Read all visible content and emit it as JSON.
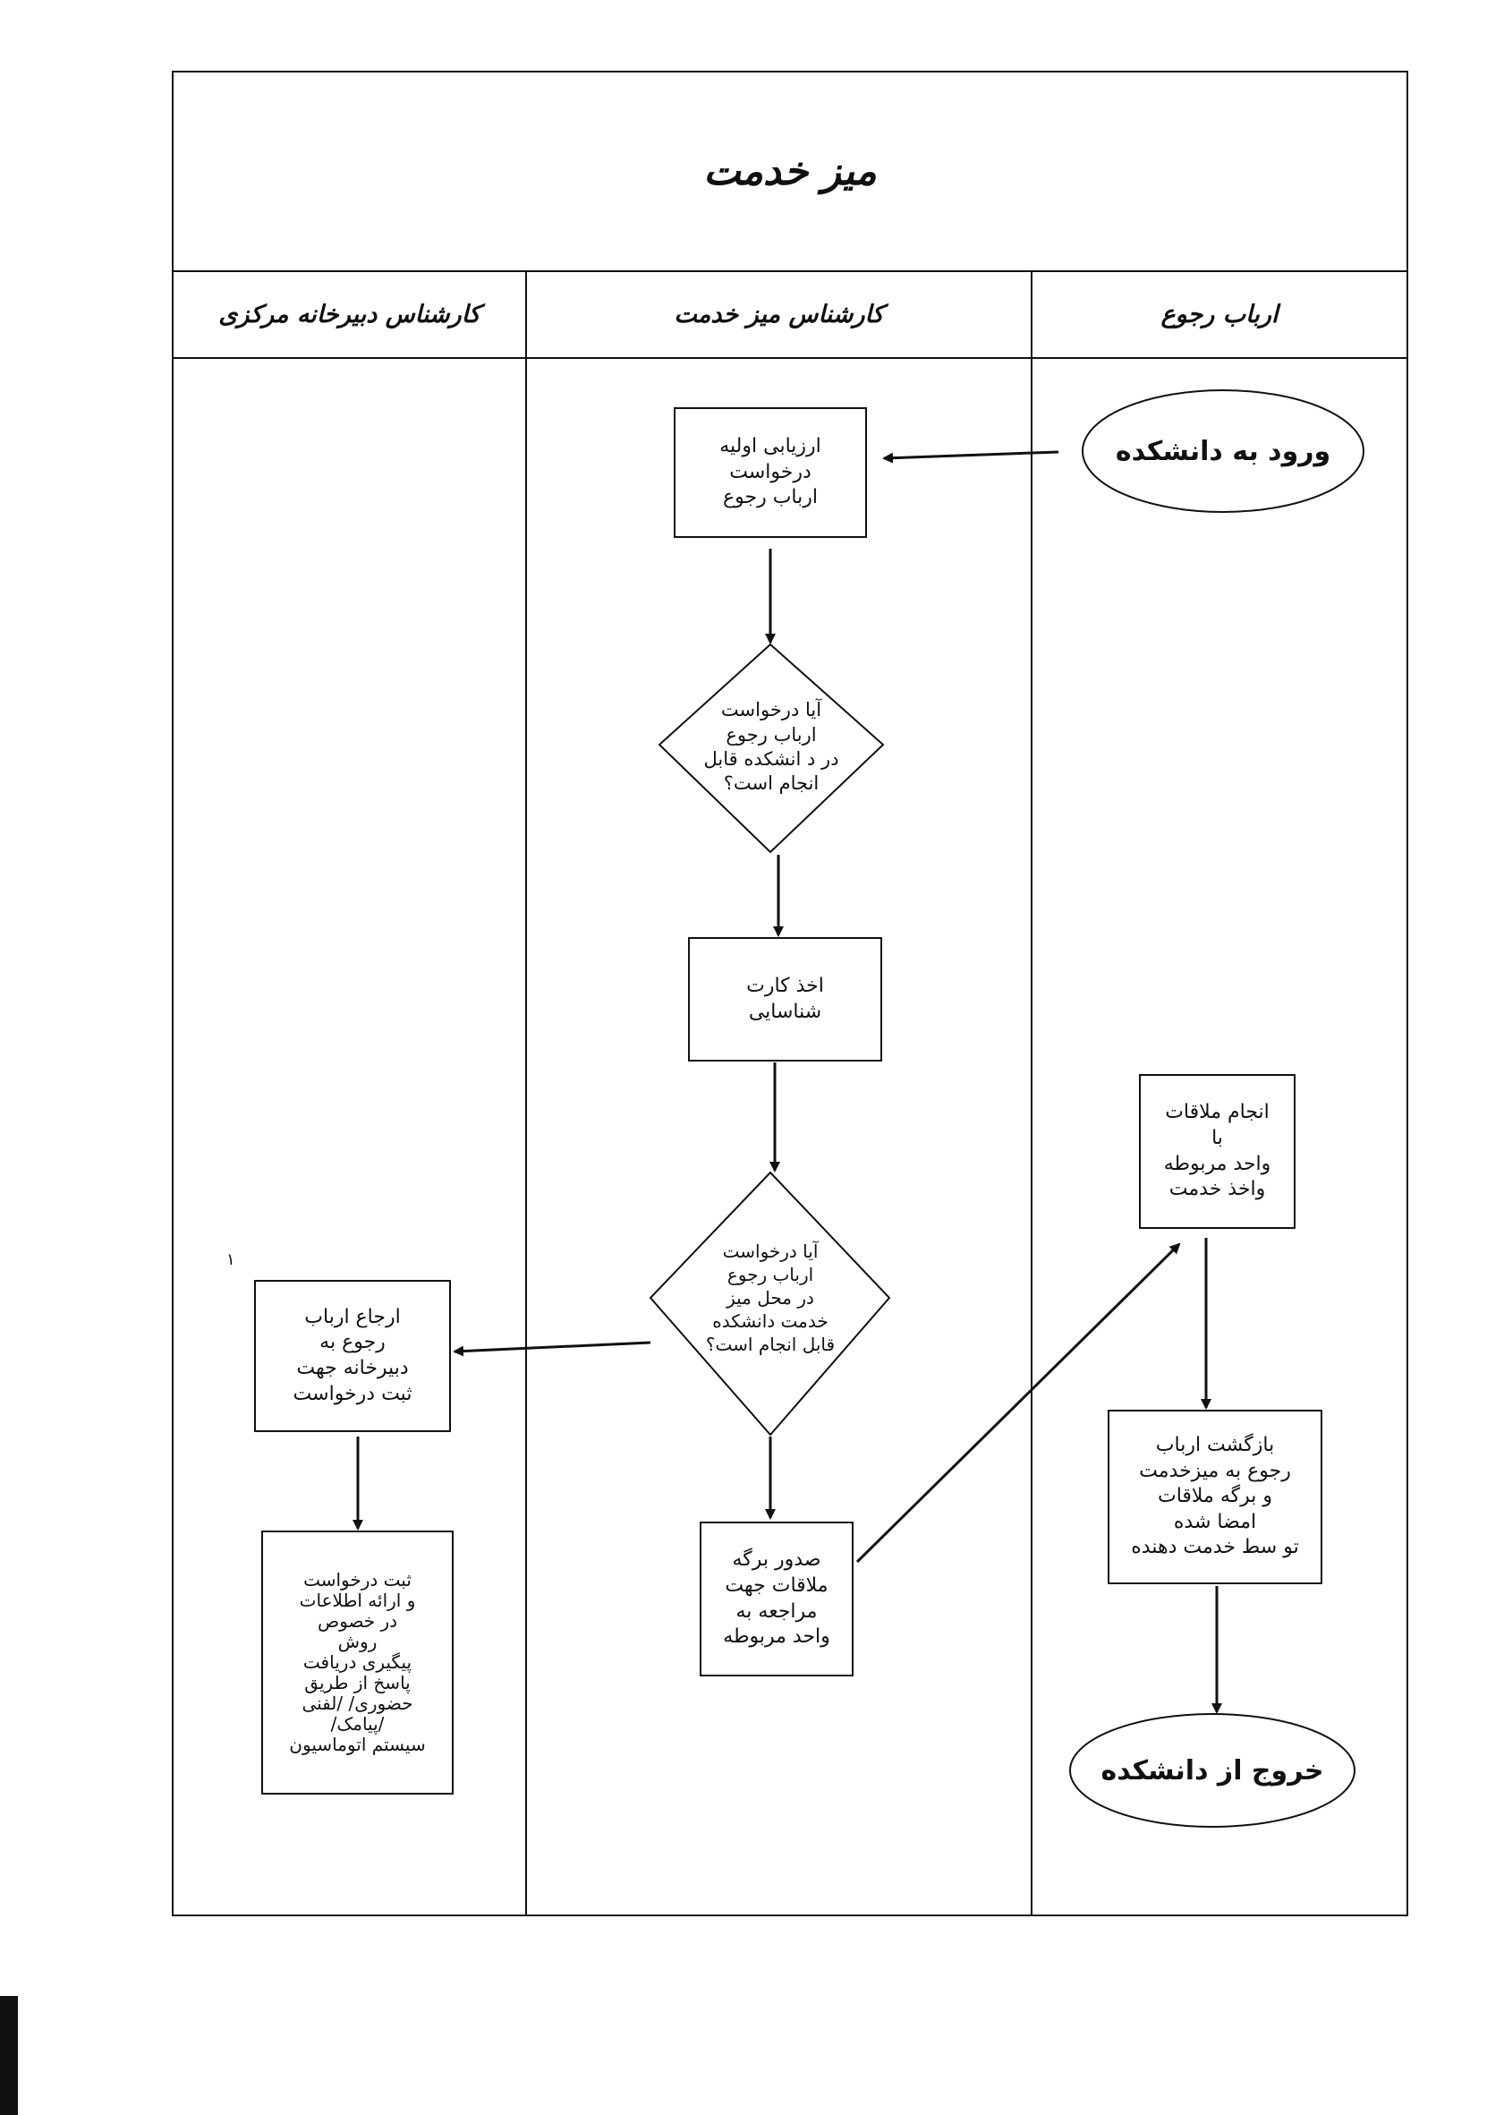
{
  "title": "میز خدمت",
  "lanes": [
    {
      "id": "lane-applicant",
      "label": "ارباب رجوع"
    },
    {
      "id": "lane-service-desk",
      "label": "کارشناس میز خدمت"
    },
    {
      "id": "lane-secretariat",
      "label": "کارشناس دبیرخانه مرکزی"
    }
  ],
  "nodes": {
    "start": "ورود به دانشکده",
    "initial_review": "ارزیابی اولیه\nدرخواست\nارباب رجوع",
    "decision_faculty": "آیا درخواست\nارباب رجوع\nدر د انشکده قابل\nانجام است؟",
    "get_id_card": "اخذ کارت\nشناسایی",
    "decision_desk": "آیا درخواست\nارباب رجوع\nدر محل میز\nخدمت دانشکده\nقابل انجام است؟",
    "issue_slip": "صدور برگه\nملاقات جهت\nمراجعه به\nواحد مربوطه",
    "meeting": "انجام ملاقات\nبا\nواحد مربوطه\nواخذ خدمت",
    "return": "بازگشت ارباب\nرجوع به میزخدمت\nو برگه ملاقات\nامضا شده\nتو سط خدمت دهنده",
    "end": "خروج از دانشکده",
    "refer": "ارجاع ارباب\nرجوع به\nدبیرخانه جهت\nثبت درخواست",
    "register": "ثبت درخواست\nو ارائه اطلاعات\nدر خصوص\nروش\nپیگیری دریافت\nپاسخ از طریق\nحضوری/ /لفنی\n/پیامک/\nسیستم اتوماسیون"
  },
  "page_number": "۱"
}
